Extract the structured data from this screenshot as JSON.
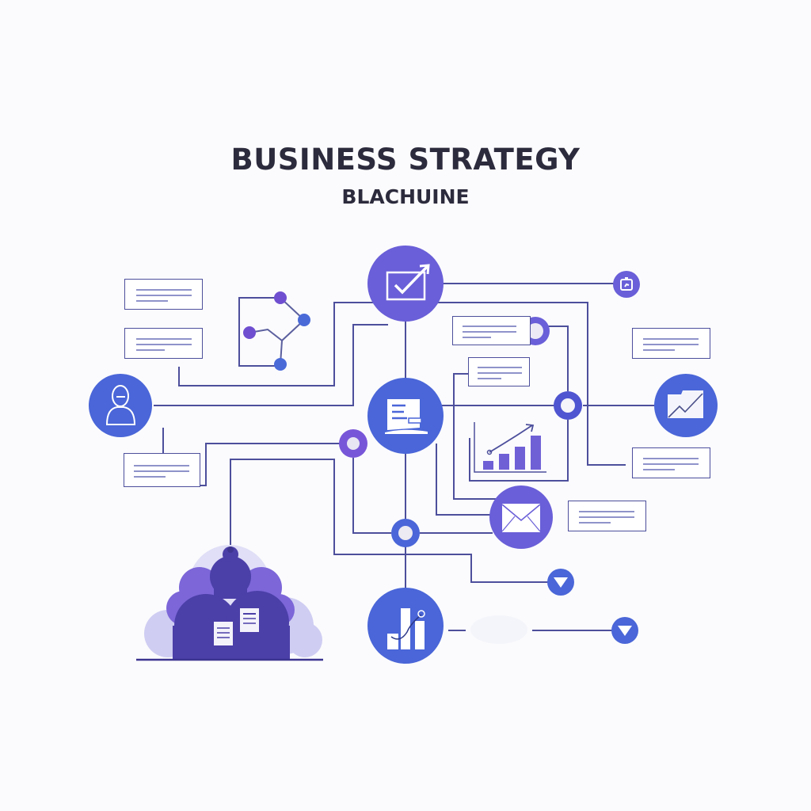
{
  "header": {
    "title": "BUSINESS STRATEGY",
    "subtitle": "BLACHUINE"
  },
  "colors": {
    "background": "#fbfbfd",
    "title_text": "#2c2b3d",
    "line": "#4d4f9c",
    "blue_node": "#4a6ad8",
    "purple_node": "#6f5fd6",
    "cloud_dark": "#4b3fa8",
    "cloud_mid": "#7b66db",
    "cloud_light": "#c9c6f0"
  },
  "nodes": [
    {
      "id": "goal",
      "icon": "checkmark-growth-icon",
      "color": "purple",
      "position": "top-center"
    },
    {
      "id": "hub",
      "icon": "document-icon",
      "color": "blue",
      "position": "center"
    },
    {
      "id": "user",
      "icon": "person-icon",
      "color": "blue",
      "position": "left"
    },
    {
      "id": "analytics-folder",
      "icon": "folder-chart-icon",
      "color": "blue",
      "position": "right"
    },
    {
      "id": "email",
      "icon": "envelope-icon",
      "color": "purple",
      "position": "center-right-lower"
    },
    {
      "id": "reports",
      "icon": "bar-chart-icon",
      "color": "blue",
      "position": "bottom-center"
    },
    {
      "id": "clock",
      "icon": "clock-icon",
      "color": "purple",
      "position": "top-right-small"
    },
    {
      "id": "settings",
      "icon": "gear-icon",
      "color": "purple",
      "position": "left-center-small"
    },
    {
      "id": "cloud",
      "icon": "cloud-documents-icon",
      "color": "purple",
      "position": "bottom-left"
    }
  ],
  "connectors": [
    {
      "id": "ring-top",
      "type": "ring-node",
      "color": "purple"
    },
    {
      "id": "ring-right",
      "type": "ring-node",
      "color": "blue"
    },
    {
      "id": "ring-bottom",
      "type": "ring-node",
      "color": "blue"
    },
    {
      "id": "arrow-1",
      "type": "arrow-down-node",
      "color": "blue"
    },
    {
      "id": "arrow-2",
      "type": "arrow-down-node",
      "color": "blue"
    }
  ],
  "cards": [
    {
      "id": "card-1",
      "position": "top-left-1",
      "lines": 3
    },
    {
      "id": "card-2",
      "position": "top-left-2",
      "lines": 3
    },
    {
      "id": "card-3",
      "position": "left-lower",
      "lines": 3
    },
    {
      "id": "card-4",
      "position": "center-top",
      "lines": 3
    },
    {
      "id": "card-5",
      "position": "center-mid",
      "lines": 3
    },
    {
      "id": "card-6",
      "position": "right-top",
      "lines": 3
    },
    {
      "id": "card-7",
      "position": "right-mid",
      "lines": 3
    },
    {
      "id": "card-8",
      "position": "right-lower",
      "lines": 3
    }
  ],
  "mini_chart": {
    "type": "bar",
    "bars": 4,
    "trend": "rising"
  },
  "network_graph": {
    "nodes": 4,
    "colors": [
      "purple",
      "blue",
      "purple",
      "blue"
    ]
  }
}
